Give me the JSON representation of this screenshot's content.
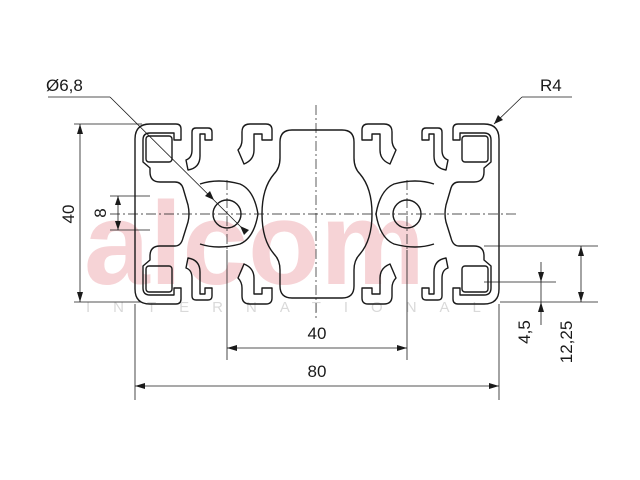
{
  "watermark": {
    "main": "alcom",
    "sub": "INTERNATIONAL"
  },
  "labels": {
    "bore_diameter": "Ø6,8",
    "corner_radius": "R4",
    "height": "40",
    "slot_width": "8",
    "hole_spacing": "40",
    "total_width": "80",
    "dim_small": "4,5",
    "dim_medium": "12,25"
  },
  "colors": {
    "line": "#1a1a1a",
    "watermark": "#f6d3d6"
  }
}
